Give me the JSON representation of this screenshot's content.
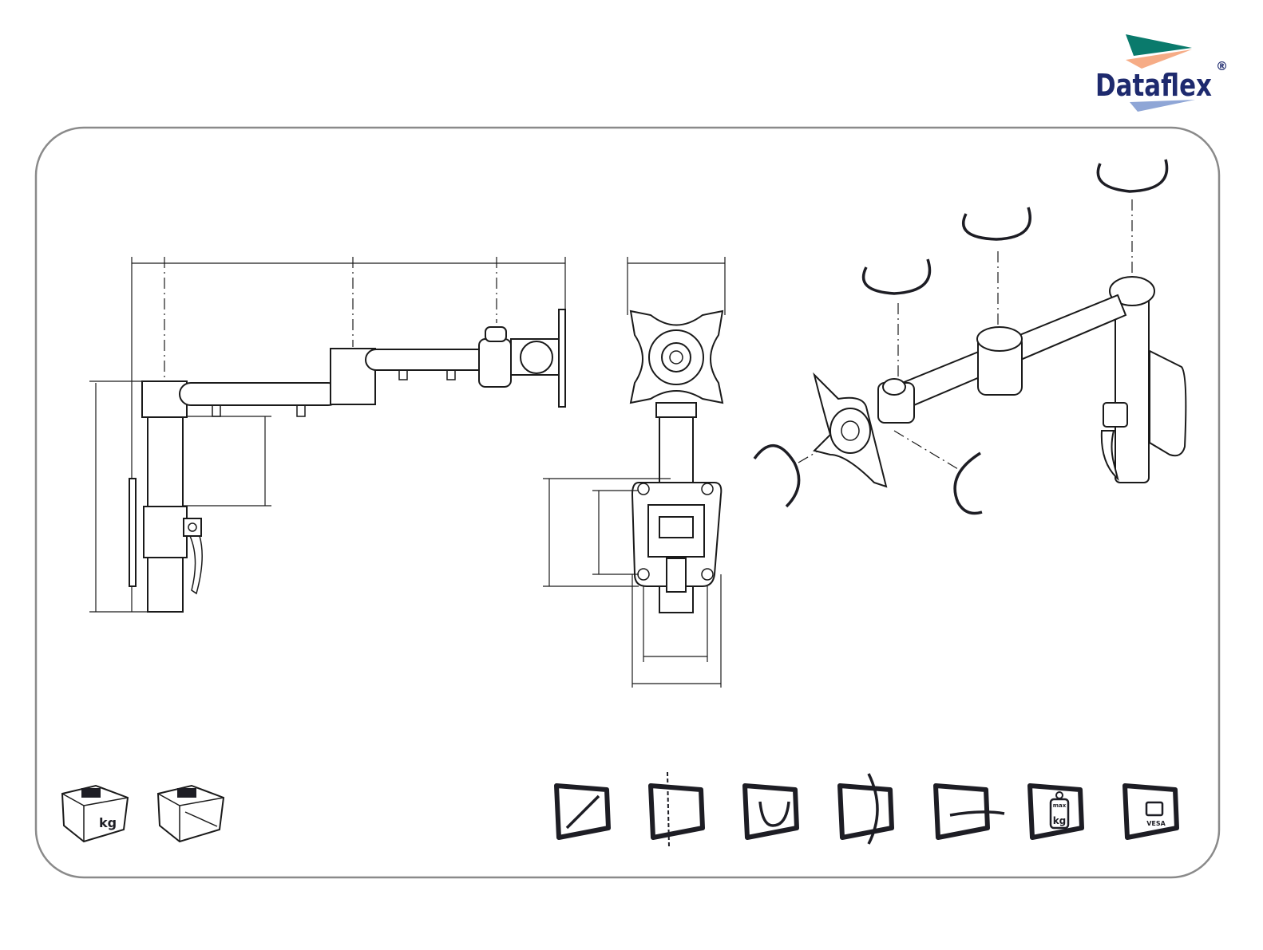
{
  "brand": {
    "name": "Dataflex",
    "registered_mark": "®",
    "colors": {
      "teal": "#0a7a6c",
      "peach": "#f6ac86",
      "blue": "#8fa6d6",
      "navy": "#1e2a6e"
    }
  },
  "packaging_icons": [
    {
      "name": "package-weight",
      "label": "kg"
    },
    {
      "name": "package-dimensions"
    }
  ],
  "feature_icons": [
    {
      "name": "screen-size"
    },
    {
      "name": "height-adjust"
    },
    {
      "name": "tilt"
    },
    {
      "name": "swivel"
    },
    {
      "name": "rotate"
    },
    {
      "name": "max-weight",
      "label_top": "max",
      "label_bottom": "kg"
    },
    {
      "name": "vesa",
      "label": "VESA"
    }
  ]
}
